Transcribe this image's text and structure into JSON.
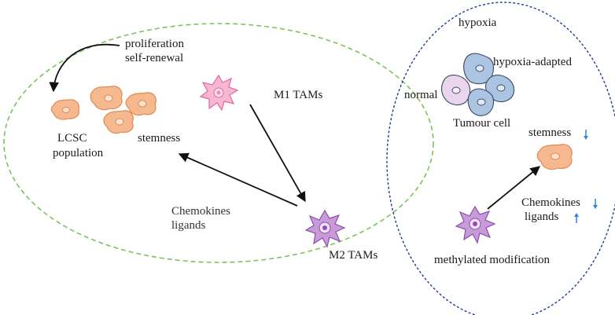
{
  "colors": {
    "green_dash": "#7cc35a",
    "blue_dash": "#1d3f8c",
    "lcsc_fill": "#f6b98f",
    "lcsc_stroke": "#e08a55",
    "m1_fill": "#f7b6d2",
    "m1_stroke": "#e06aa0",
    "m2_fill": "#c89ad8",
    "m2_stroke": "#8c4fb0",
    "tumour_blue": "#aac4e2",
    "tumour_pink": "#e9d6ec",
    "arrow": "#111111",
    "down_up_arrow": "#2f86d8"
  },
  "left_region": {
    "proliferation": "proliferation",
    "self_renewal": "self-renewal",
    "lcsc": "LCSC",
    "population": "population",
    "stemness": "stemness",
    "m1_tams": "M1 TAMs",
    "m2_tams": "M2 TAMs",
    "chemokines": "Chemokines",
    "ligands": "ligands"
  },
  "right_region": {
    "hypoxia": "hypoxia",
    "hypoxia_adapted": "hypoxia-adapted",
    "normal": "normal",
    "tumour_cell": "Tumour cell",
    "stemness": "stemness",
    "chemokines": "Chemokines",
    "ligands": "ligands",
    "methylated_modification": "methylated modification"
  },
  "icons": {
    "stemness_trend": "down-arrow-icon",
    "chemokines_trend": "down-arrow-icon",
    "ligands_trend": "up-arrow-icon"
  }
}
